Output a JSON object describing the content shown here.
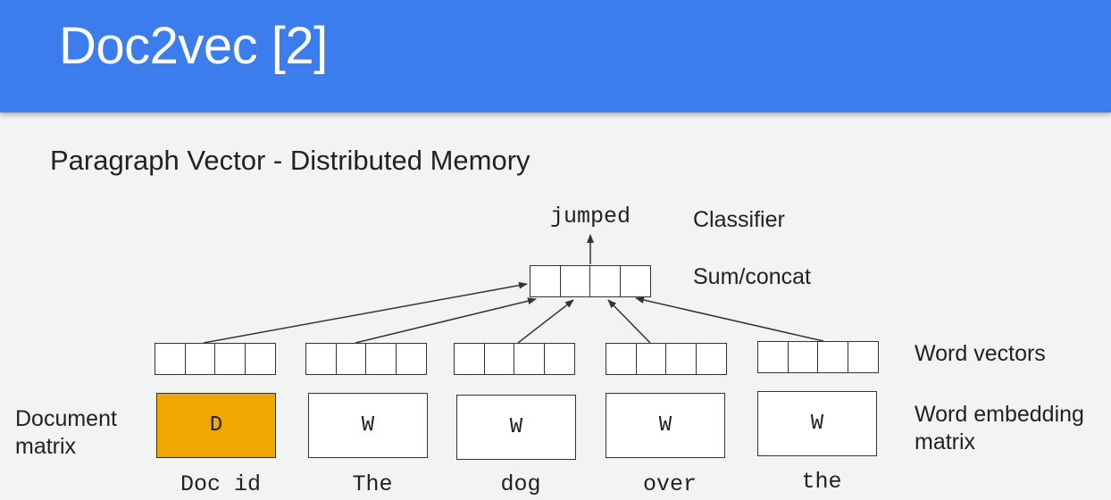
{
  "slide": {
    "title": "Doc2vec [2]",
    "subtitle": "Paragraph Vector - Distributed Memory"
  },
  "diagram": {
    "output_word": "jumped",
    "right_labels": {
      "classifier": "Classifier",
      "sum_concat": "Sum/concat",
      "word_vectors": "Word vectors",
      "word_embedding_matrix": "Word embedding matrix",
      "word_embedding_matrix_line1": "Word embedding",
      "word_embedding_matrix_line2": "matrix"
    },
    "left_label": {
      "line1": "Document",
      "line2": "matrix"
    },
    "matrices": [
      {
        "symbol": "D",
        "caption": "Doc id",
        "kind": "document",
        "color": "#f0a800"
      },
      {
        "symbol": "W",
        "caption": "The",
        "kind": "word"
      },
      {
        "symbol": "W",
        "caption": "dog",
        "kind": "word"
      },
      {
        "symbol": "W",
        "caption": "over",
        "kind": "word"
      },
      {
        "symbol": "W",
        "caption": "the",
        "kind": "word"
      }
    ]
  },
  "colors": {
    "header": "#3b7ded",
    "document_matrix": "#f0a800",
    "background": "#f2f3f3"
  }
}
